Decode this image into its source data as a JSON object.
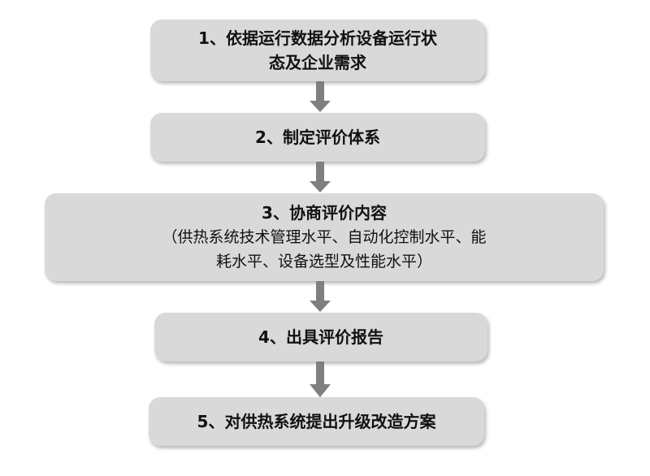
{
  "steps": [
    {
      "title": "1、依据运行数据分析设备运行状\n态及企业需求"
    },
    {
      "title": "2、制定评价体系"
    },
    {
      "title": "3、协商评价内容",
      "detail": "（供热系统技术管理水平、自动化控制水平、能\n耗水平、设备选型及性能水平）"
    },
    {
      "title": "4、出具评价报告"
    },
    {
      "title": "5、对供热系统提出升级改造方案"
    }
  ],
  "colors": {
    "box_fill": "#d9d9d9",
    "arrow_fill": "#7f7f7f",
    "text": "#111111"
  }
}
